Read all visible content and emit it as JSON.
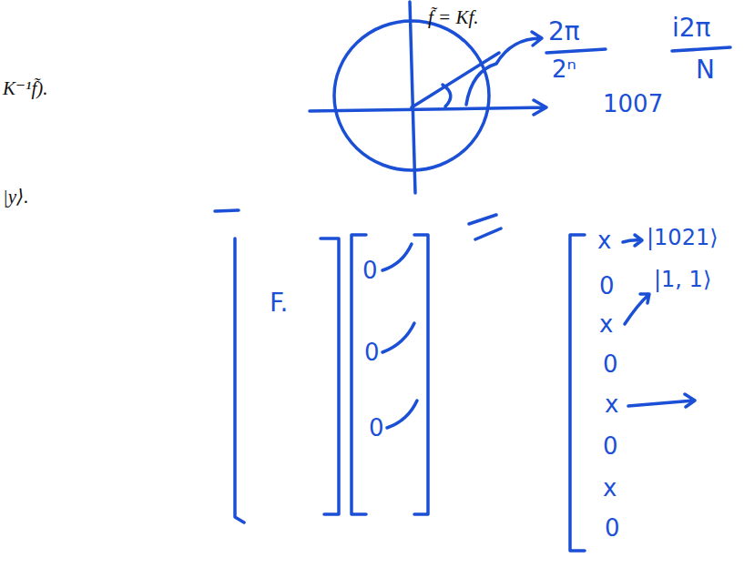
{
  "diagram": {
    "labels": [
      "f̃ = Kf.",
      "K⁻¹f̃).",
      "|y⟩.",
      "2π",
      "2ⁿ",
      "i2π",
      "N",
      "1007",
      "F.",
      "0",
      "0",
      "0",
      "x",
      "0",
      "x",
      "0",
      "x",
      "0",
      "x",
      "0",
      "|1021⟩",
      "|1, 1⟩"
    ]
  }
}
